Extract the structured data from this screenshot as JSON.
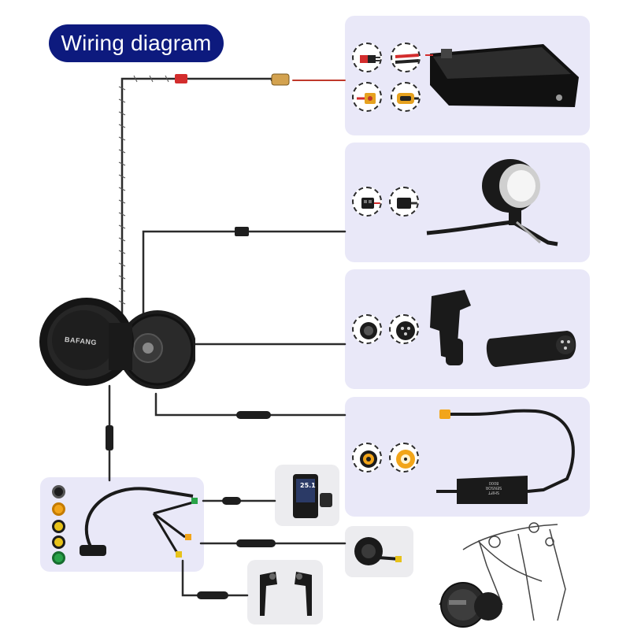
{
  "title": "Wiring diagram",
  "motor": {
    "brand": "BAFANG"
  },
  "display": {
    "speed": "25.1"
  },
  "gear_sensor": {
    "label_line1": "SHIFT",
    "label_line2": "SENSOR",
    "label_line3": "8000"
  },
  "colors": {
    "title_bg": "#0d1a7e",
    "panel_bg": "#e9e8f8",
    "wire": "#2b2b2b",
    "connector_orange": "#f2a51a",
    "connector_yellow": "#e7c21a",
    "connector_green": "#29a349",
    "connector_red": "#d7262b"
  },
  "icons": {
    "battery": "battery-pack-icon",
    "headlight": "headlight-icon",
    "throttle": "thumb-throttle-icon",
    "brakes": "brake-levers-icon",
    "bike": "bike-sketch-icon"
  }
}
